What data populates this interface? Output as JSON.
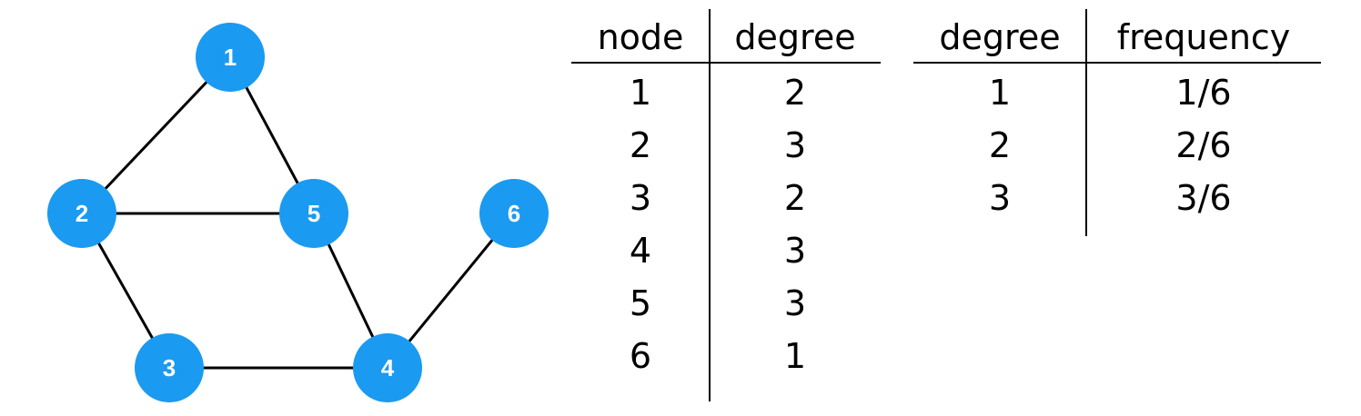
{
  "graph": {
    "nodes": [
      {
        "id": "1",
        "color": "#1a9af0"
      },
      {
        "id": "2",
        "color": "#1a9af0"
      },
      {
        "id": "3",
        "color": "#1a9af0"
      },
      {
        "id": "4",
        "color": "#1a9af0"
      },
      {
        "id": "5",
        "color": "#1a9af0"
      },
      {
        "id": "6",
        "color": "#1a9af0"
      }
    ],
    "edges": [
      [
        "1",
        "2"
      ],
      [
        "1",
        "5"
      ],
      [
        "2",
        "5"
      ],
      [
        "2",
        "3"
      ],
      [
        "3",
        "4"
      ],
      [
        "4",
        "5"
      ],
      [
        "4",
        "6"
      ]
    ]
  },
  "degree_table": {
    "headers": [
      "node",
      "degree"
    ],
    "rows": [
      [
        "1",
        "2"
      ],
      [
        "2",
        "3"
      ],
      [
        "3",
        "2"
      ],
      [
        "4",
        "3"
      ],
      [
        "5",
        "3"
      ],
      [
        "6",
        "1"
      ]
    ]
  },
  "frequency_table": {
    "headers": [
      "degree",
      "frequency"
    ],
    "rows": [
      [
        "1",
        "1/6"
      ],
      [
        "2",
        "2/6"
      ],
      [
        "3",
        "3/6"
      ]
    ]
  }
}
